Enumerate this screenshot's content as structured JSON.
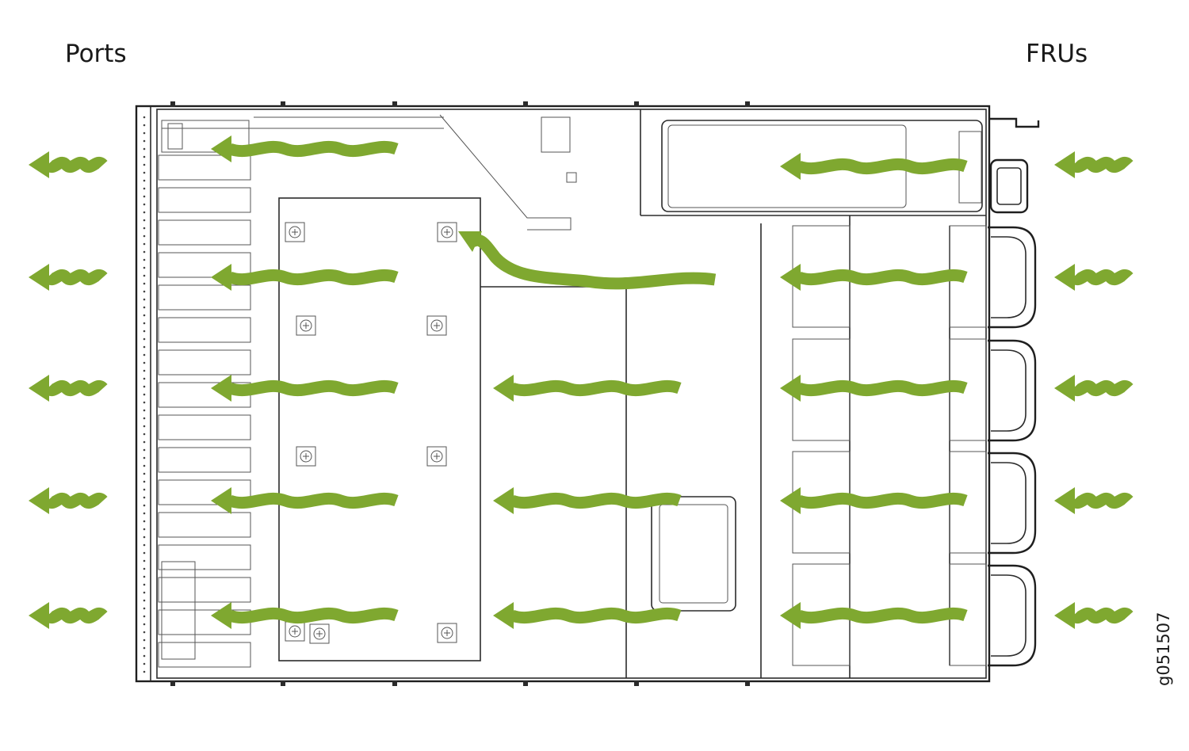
{
  "labels": {
    "left": "Ports",
    "right": "FRUs",
    "figure_id": "g051507"
  },
  "colors": {
    "airflow_arrow": "#7fa830",
    "line": "#2b2b2b"
  },
  "icons": {
    "airflow": "airflow-arrow-icon",
    "handle": "fan-handle-icon"
  }
}
